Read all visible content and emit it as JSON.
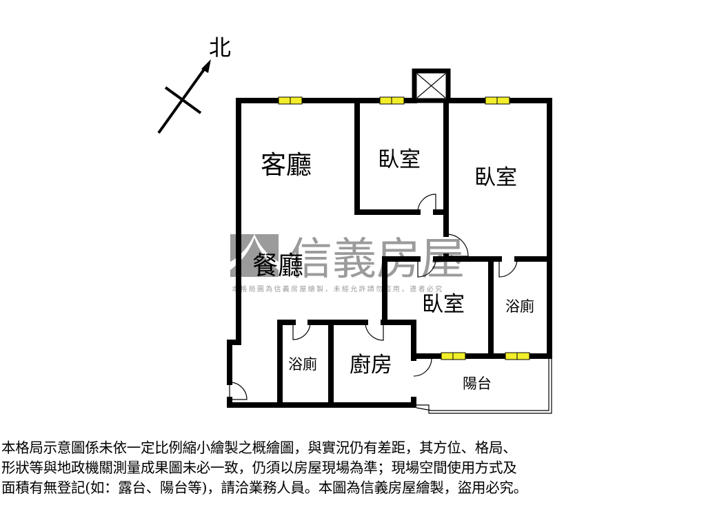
{
  "compass": {
    "label": "北"
  },
  "rooms": {
    "living": "客廳",
    "bedroom_1": "臥室",
    "bedroom_2": "臥室",
    "dining": "餐廳",
    "bedroom_3": "臥室",
    "bath_1": "浴廁",
    "bath_2": "浴廁",
    "kitchen": "廚房",
    "balcony": "陽台"
  },
  "watermark": {
    "brand": "信義房屋",
    "notice": "本格局圖為信義房屋繪製，未經允許請勿盜用，違者必究"
  },
  "colors": {
    "wall": "#000000",
    "window": "#f2ee2a",
    "watermark": "#8a8a8a"
  },
  "disclaimer": "本格局示意圖係未依一定比例縮小繪製之概繪圖，與實況仍有差距，其方位、格局、\n形狀等與地政機關測量成果圖未必一致，仍須以房屋現場為準；現場空間使用方式及\n面積有無登記(如：露台、陽台等)，請洽業務人員。本圖為信義房屋繪製，盜用必究。"
}
